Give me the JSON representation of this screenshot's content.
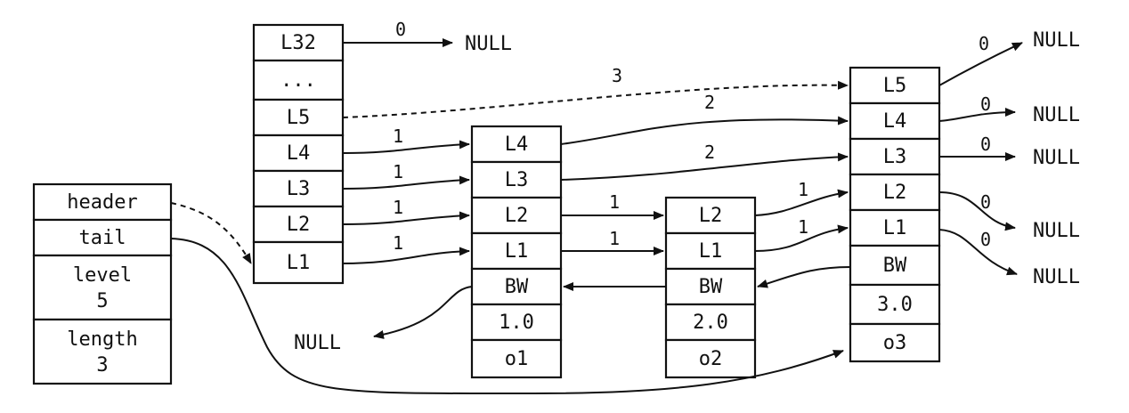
{
  "list": {
    "header": "header",
    "tail": "tail",
    "level_label": "level",
    "level_value": "5",
    "length_label": "length",
    "length_value": "3"
  },
  "header_node": {
    "levels": [
      "L32",
      "...",
      "L5",
      "L4",
      "L3",
      "L2",
      "L1"
    ]
  },
  "node1": {
    "levels": [
      "L4",
      "L3",
      "L2",
      "L1"
    ],
    "backward": "BW",
    "score": "1.0",
    "obj": "o1"
  },
  "node2": {
    "levels": [
      "L2",
      "L1"
    ],
    "backward": "BW",
    "score": "2.0",
    "obj": "o2"
  },
  "node3": {
    "levels": [
      "L5",
      "L4",
      "L3",
      "L2",
      "L1"
    ],
    "backward": "BW",
    "score": "3.0",
    "obj": "o3"
  },
  "null_label": "NULL",
  "spans": {
    "header_l32": "0",
    "header_l5": "3",
    "header_l4": "1",
    "header_l3": "1",
    "header_l2": "1",
    "header_l1": "1",
    "node1_l4": "2",
    "node1_l3": "2",
    "node1_l2": "1",
    "node1_l1": "1",
    "node2_l2": "1",
    "node2_l1": "1",
    "node3_l5": "0",
    "node3_l4": "0",
    "node3_l3": "0",
    "node3_l2": "0",
    "node3_l1": "0"
  }
}
